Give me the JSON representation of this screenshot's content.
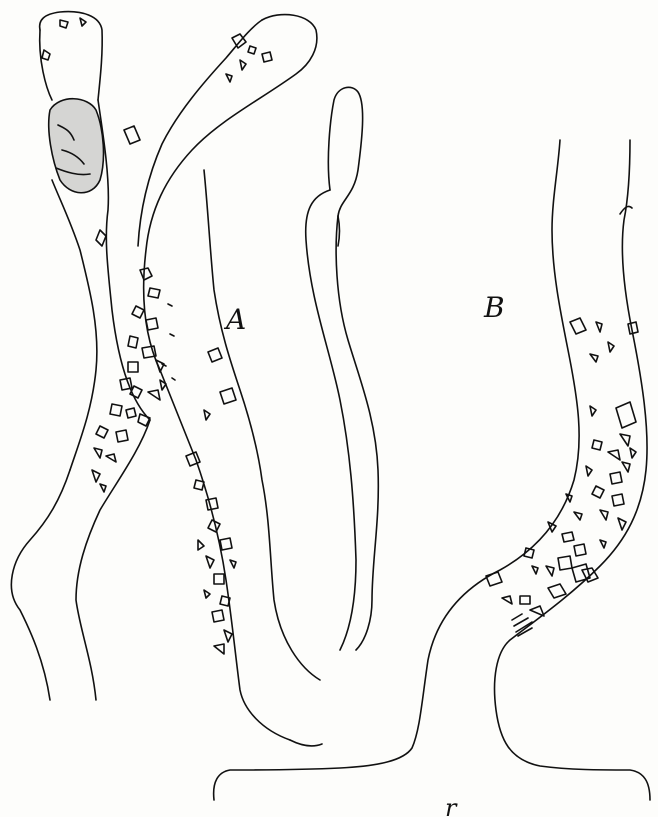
{
  "figure": {
    "labels": {
      "a": "A",
      "b": "B",
      "r": "r"
    },
    "ink_color": "#111111",
    "paper_color": "#fdfdfb"
  }
}
